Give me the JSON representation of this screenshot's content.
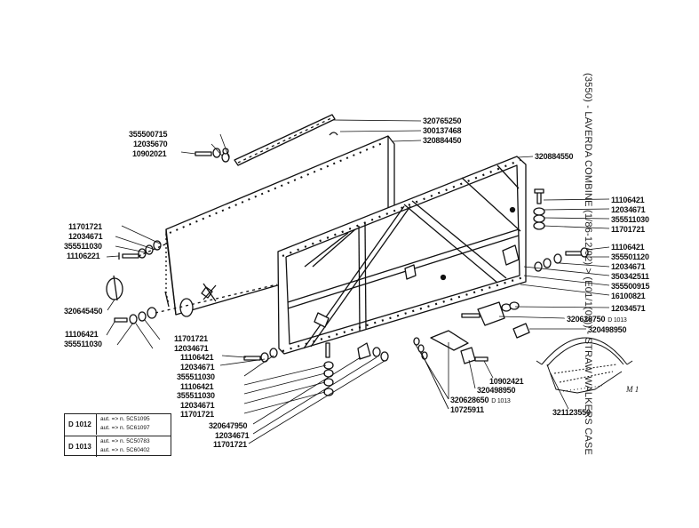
{
  "title": "(3550) - LAVERDA COMBINE (1/86-12/92) > (E01/1(03)) - STRAW WALKERS CASE",
  "part_labels": {
    "p320765250": "320765250",
    "p300137468": "300137468",
    "p320884450_top": "320884450",
    "p320884550": "320884550",
    "p355500715": "355500715",
    "p12035670": "12035670",
    "p10902021": "10902021",
    "p11701721_left": "11701721",
    "p12034671_left": "12034671",
    "p355511030_left": "355511030",
    "p11106221": "11106221",
    "p320645450": "320645450",
    "p11106421_left": "11106421",
    "p355511030_left2": "355511030",
    "p11701721_mid": "11701721",
    "p12034671_mid": "12034671",
    "p11106421_mid": "11106421",
    "p12034671_mid2": "12034671",
    "p355511030_mid": "355511030",
    "p11106421_mid2": "11106421",
    "p355511030_mid2": "355511030",
    "p12034671_mid3": "12034671",
    "p11701721_mid2": "11701721",
    "p320647950": "320647950",
    "p12034671_bot": "12034671",
    "p11701721_bot": "11701721",
    "p11106421_r1": "11106421",
    "p12034671_r1": "12034671",
    "p355511030_r": "355511030",
    "p11701721_r": "11701721",
    "p11106421_r2": "11106421",
    "p355501120": "355501120",
    "p12034671_r2": "12034671",
    "p350342511": "350342511",
    "p355500915": "355500915",
    "p16100821": "16100821",
    "p12034571": "12034571",
    "p320628750": "320628750",
    "p320628750_sub": "D 1013",
    "p320498950_r": "320498950",
    "p10902421": "10902421",
    "p320498950_m": "320498950",
    "p320628650": "320628650",
    "p320628650_sub": "D 1013",
    "p10725911": "10725911",
    "p321123550": "321123550"
  },
  "variants": [
    {
      "code": "D 1012",
      "line1": "aut. => n. 5C51095",
      "line2": "aut. => n. 5C61097"
    },
    {
      "code": "D 1013",
      "line1": "aut. => n. 5C50783",
      "line2": "aut. => n. 5C60402"
    }
  ],
  "detail_marker": "M 1"
}
